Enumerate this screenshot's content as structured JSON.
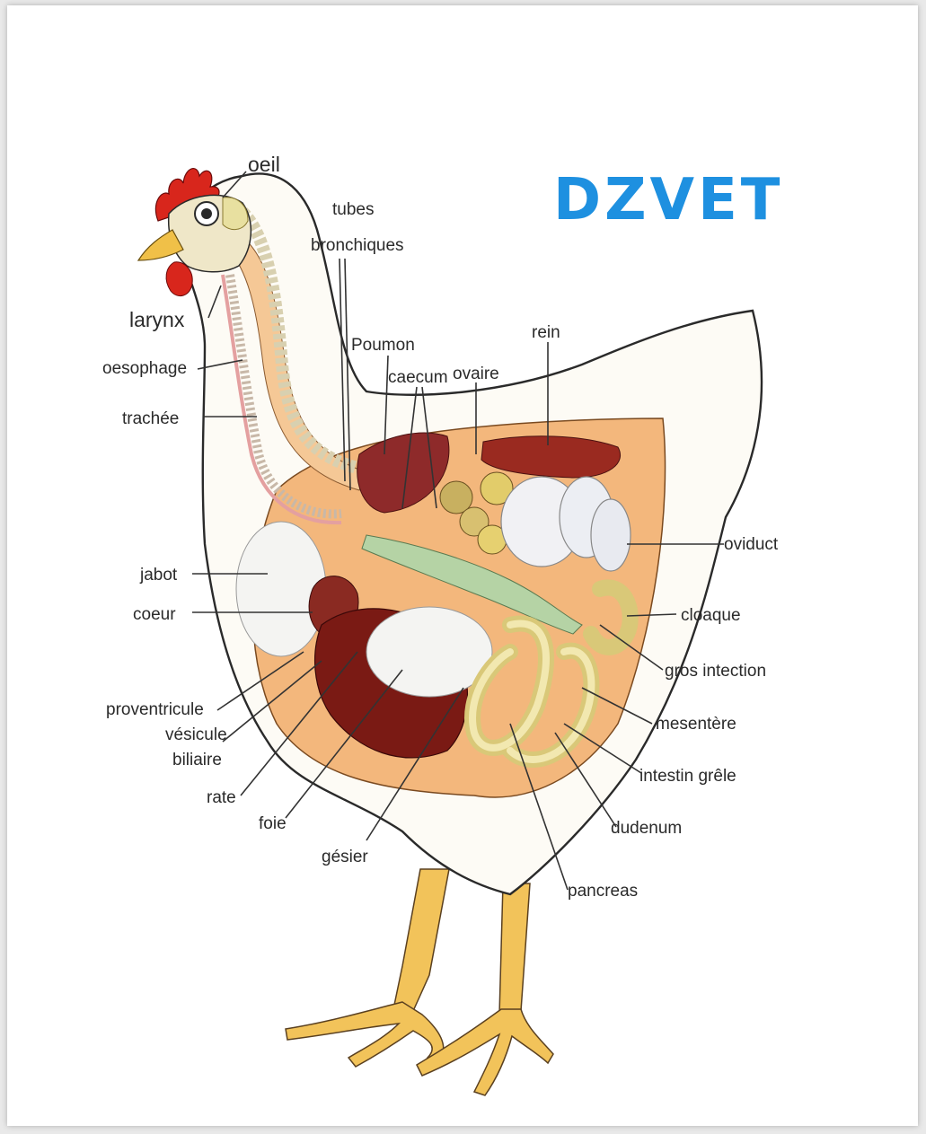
{
  "logo": {
    "text": "DZVET",
    "color": "#1e90e0"
  },
  "labels": {
    "oeil": "oeil",
    "tubes": "tubes",
    "bronchiques": "bronchiques",
    "larynx": "larynx",
    "oesophage": "oesophage",
    "trachee": "trachée",
    "poumon": "Poumon",
    "caecum": "caecum",
    "ovaire": "ovaire",
    "rein": "rein",
    "oviduct": "oviduct",
    "jabot": "jabot",
    "coeur": "coeur",
    "cloaque": "cloaque",
    "gros_intection": "gros intection",
    "proventricule": "proventricule",
    "vesicule": "vésicule",
    "biliaire": "biliaire",
    "mesentere": "mesentère",
    "intestin_grele": "intestin grêle",
    "rate": "rate",
    "foie": "foie",
    "dudenum": "dudenum",
    "gesier": "gésier",
    "pancreas": "pancreas"
  },
  "colors": {
    "comb": "#d8261c",
    "beak": "#f0c048",
    "legs": "#f2c35a",
    "liver": "#7a1a14",
    "lung": "#8e2a2a",
    "kidney": "#9a2a20",
    "intestine": "#e8d890",
    "fat": "#f3b77c",
    "egg": "#f1f1f4",
    "gut_green": "#b5d3a5"
  }
}
